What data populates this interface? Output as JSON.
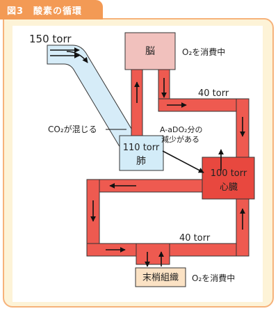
{
  "figure": {
    "label": "図3　酸素の循環"
  },
  "organs": {
    "brain": "脳",
    "lung_value": "110 torr",
    "lung_name": "肺",
    "heart_value": "100 torr",
    "heart_name": "心臓",
    "tissue": "末梢組織"
  },
  "labels": {
    "inspired": "150 torr",
    "co2_mix": "CO₂が混じる",
    "aado2_line1": "A-aDO₂分の",
    "aado2_line2": "減少がある",
    "brain_consumes": "O₂を消費中",
    "brain_return": "40 torr",
    "tissue_return": "40 torr",
    "tissue_consumes": "O₂を消費中"
  },
  "colors": {
    "pipe": "#ee5a50",
    "brain_box": "#f1c1bd",
    "lung_box": "#d3ecf8",
    "heart_box": "#e8483f",
    "tissue_box": "#fbe2c4",
    "airway": "#d6ecf8",
    "tab": "#f39a55"
  }
}
